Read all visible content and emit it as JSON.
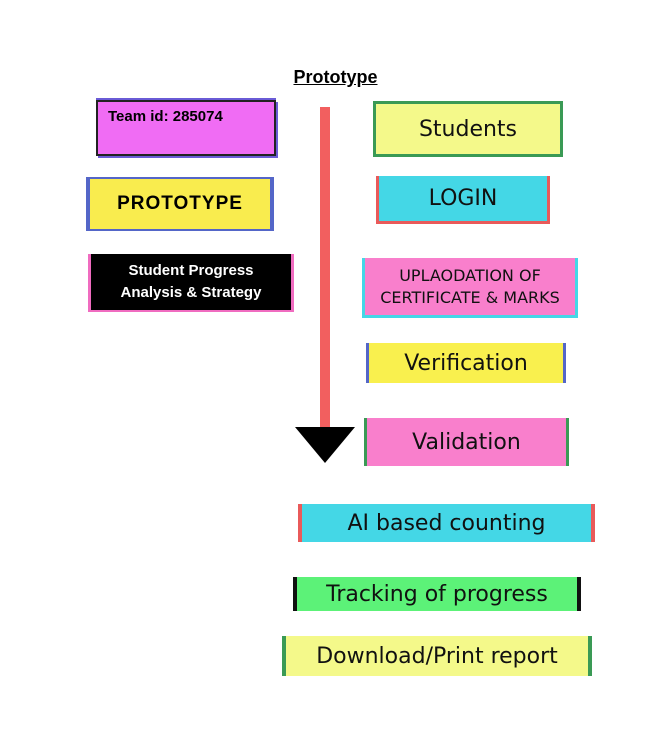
{
  "title": "Prototype",
  "notes": {
    "team_id": "Team id: 285074",
    "prototype": "PROTOTYPE",
    "project_line1": "Student Progress",
    "project_line2": "Analysis & Strategy"
  },
  "steps": [
    {
      "label": "Students"
    },
    {
      "label": "LOGIN"
    },
    {
      "label_line1": "UPLAODATION OF",
      "label_line2": "CERTIFICATE & MARKS"
    },
    {
      "label": "Verification"
    },
    {
      "label": "Validation"
    },
    {
      "label": "AI based counting"
    },
    {
      "label": "Tracking of progress"
    },
    {
      "label": "Download/Print report"
    }
  ],
  "colors": {
    "arrow": "#f25f5f",
    "arrow_head": "#000000",
    "yellow": "#f9f04e",
    "cyan": "#44d7e6",
    "pink": "#f97fcc",
    "green": "#5cf278",
    "magenta": "#f06cf4"
  }
}
